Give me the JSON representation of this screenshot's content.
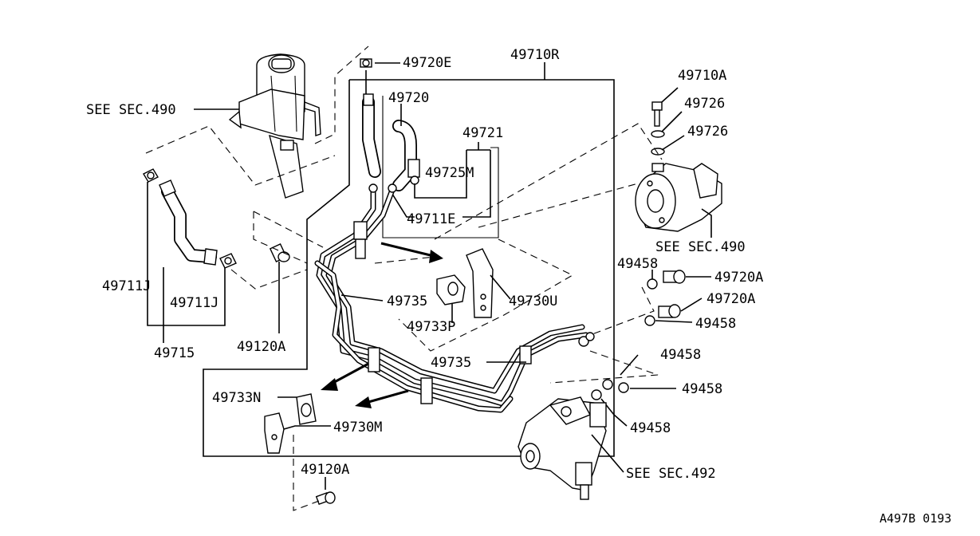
{
  "diagram": {
    "reference_code": "A497B 0193",
    "labels": {
      "p49720E": "49720E",
      "p49710R": "49710R",
      "p49720": "49720",
      "p49721": "49721",
      "p49725M": "49725M",
      "p49711E": "49711E",
      "p49710A": "49710A",
      "p49726_top": "49726",
      "p49726_mid": "49726",
      "see_sec_490_left": "SEE SEC.490",
      "see_sec_490_right": "SEE SEC.490",
      "p49458_a": "49458",
      "p49720A_a": "49720A",
      "p49720A_b": "49720A",
      "p49458_b": "49458",
      "p49458_c": "49458",
      "p49458_d": "49458",
      "p49458_e": "49458",
      "p49711J_left": "49711J",
      "p49711J_right": "49711J",
      "p49715": "49715",
      "p49120A_mid": "49120A",
      "p49120A_bottom": "49120A",
      "p49735_upper": "49735",
      "p49735_lower": "49735",
      "p49730U": "49730U",
      "p49733P": "49733P",
      "p49733N": "49733N",
      "p49730M": "49730M",
      "see_sec_492": "SEE SEC.492"
    }
  }
}
